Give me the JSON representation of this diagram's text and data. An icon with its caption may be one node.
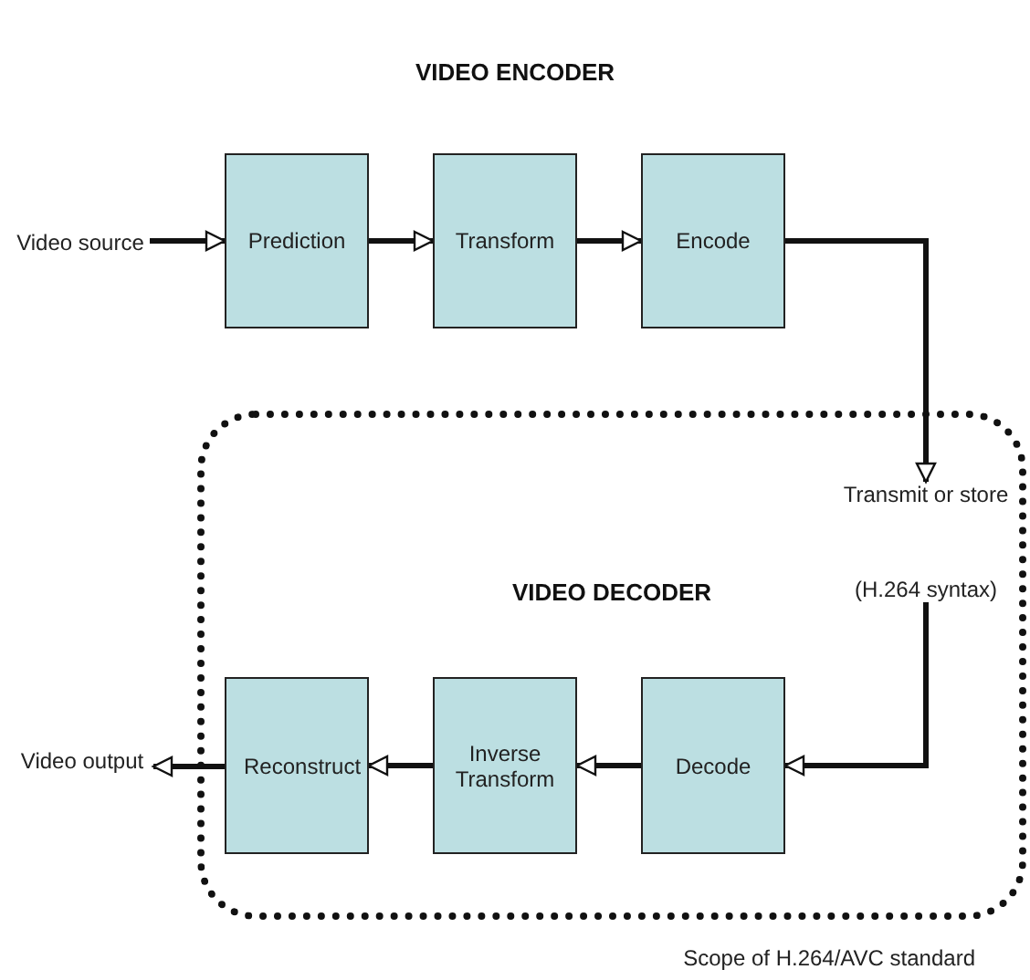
{
  "diagram": {
    "title": "VIDEO ENCODER",
    "nodes": [
      {
        "text": [
          "Video source"
        ]
      },
      {
        "text": [
          "Prediction"
        ]
      },
      {
        "text": [
          "Transform"
        ]
      },
      {
        "text": [
          "Encode"
        ]
      },
      {
        "text": [
          "VIDEO DECODER"
        ],
        "beside": [
          "Scope of H.264/AVC standard"
        ]
      },
      {
        "text": [
          "Transmit or store",
          "(H.264 syntax)"
        ],
        "in": 4
      },
      {
        "text": [
          "Decode"
        ],
        "in": 4
      },
      {
        "text": [
          "Inverse Transform"
        ],
        "in": 4
      },
      {
        "text": [
          "Reconstruct"
        ],
        "in": 4
      },
      {
        "text": [
          "Video output"
        ]
      }
    ],
    "edges": [
      {
        "from": 0,
        "to": 1,
        "arrow": "to"
      },
      {
        "from": 1,
        "to": 2,
        "arrow": "to"
      },
      {
        "from": 2,
        "to": 3,
        "arrow": "to"
      },
      {
        "from": 3,
        "to": 5,
        "arrow": "to"
      },
      {
        "from": 5,
        "to": 6,
        "arrow": "to"
      },
      {
        "from": 6,
        "to": 7,
        "arrow": "to"
      },
      {
        "from": 7,
        "to": 8,
        "arrow": "to"
      },
      {
        "from": 8,
        "to": 9,
        "arrow": "to"
      }
    ]
  }
}
